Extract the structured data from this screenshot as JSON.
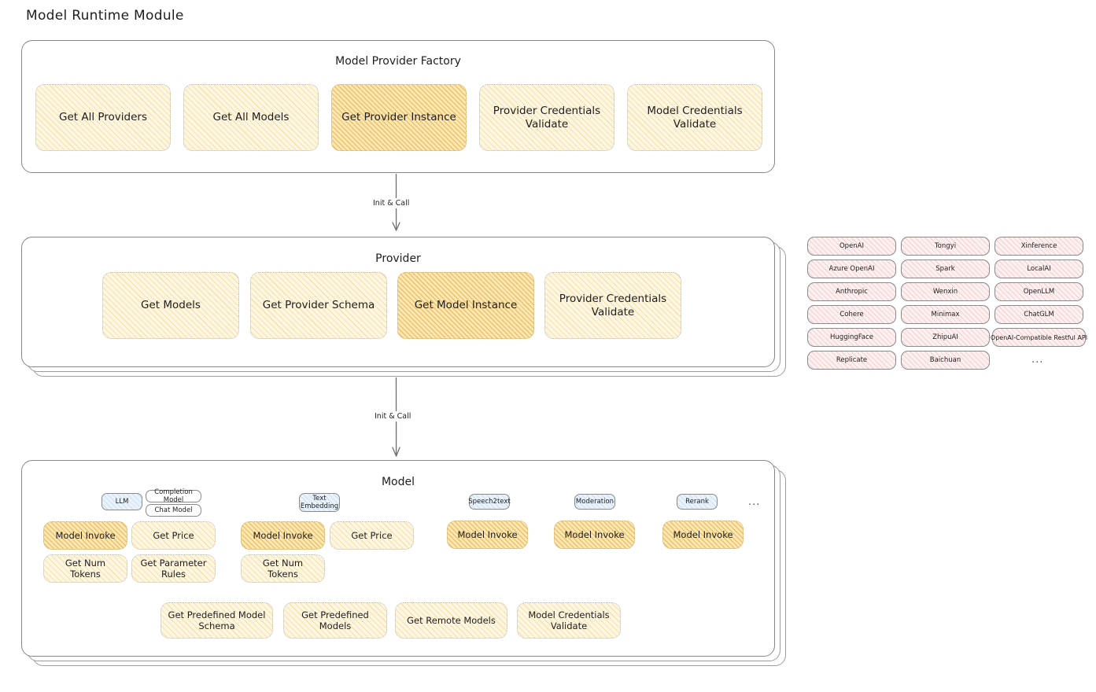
{
  "page": {
    "title": "Model Runtime Module"
  },
  "factory": {
    "title": "Model Provider Factory",
    "boxes": [
      {
        "label": "Get All Providers",
        "highlighted": false
      },
      {
        "label": "Get All Models",
        "highlighted": false
      },
      {
        "label": "Get Provider Instance",
        "highlighted": true
      },
      {
        "label": "Provider Credentials Validate",
        "highlighted": false
      },
      {
        "label": "Model Credentials Validate",
        "highlighted": false
      }
    ]
  },
  "arrows": [
    {
      "label": "Init & Call"
    },
    {
      "label": "Init & Call"
    }
  ],
  "provider": {
    "title": "Provider",
    "boxes": [
      {
        "label": "Get Models",
        "highlighted": false
      },
      {
        "label": "Get Provider Schema",
        "highlighted": false
      },
      {
        "label": "Get Model Instance",
        "highlighted": true
      },
      {
        "label": "Provider Credentials Validate",
        "highlighted": false
      }
    ]
  },
  "provider_list": {
    "ellipsis": "...",
    "columns": [
      {
        "items": [
          "OpenAI",
          "Azure OpenAI",
          "Anthropic",
          "Cohere",
          "HuggingFace",
          "Replicate"
        ]
      },
      {
        "items": [
          "Tongyi",
          "Spark",
          "Wenxin",
          "Minimax",
          "ZhipuAI",
          "Baichuan"
        ]
      },
      {
        "items": [
          "Xinference",
          "LocalAI",
          "OpenLLM",
          "ChatGLM",
          "OpenAI-Compatible Restful API"
        ]
      }
    ]
  },
  "model": {
    "title": "Model",
    "ellipsis": "...",
    "groups": [
      {
        "tag": "LLM",
        "subtags": [
          "Completion Model",
          "Chat Model"
        ],
        "boxes": [
          {
            "label": "Model Invoke",
            "highlighted": true
          },
          {
            "label": "Get Price",
            "highlighted": false
          },
          {
            "label": "Get Num Tokens",
            "highlighted": false
          },
          {
            "label": "Get Parameter Rules",
            "highlighted": false
          }
        ]
      },
      {
        "tag": "Text\nEmbedding",
        "subtags": [],
        "boxes": [
          {
            "label": "Model Invoke",
            "highlighted": true
          },
          {
            "label": "Get Price",
            "highlighted": false
          },
          {
            "label": "Get Num Tokens",
            "highlighted": false
          }
        ]
      },
      {
        "tag": "Speech2text",
        "subtags": [],
        "boxes": [
          {
            "label": "Model Invoke",
            "highlighted": true
          }
        ]
      },
      {
        "tag": "Moderation",
        "subtags": [],
        "boxes": [
          {
            "label": "Model Invoke",
            "highlighted": true
          }
        ]
      },
      {
        "tag": "Rerank",
        "subtags": [],
        "boxes": [
          {
            "label": "Model Invoke",
            "highlighted": true
          }
        ]
      }
    ],
    "common_boxes": [
      {
        "label": "Get Predefined Model Schema"
      },
      {
        "label": "Get Predefined Models"
      },
      {
        "label": "Get Remote Models"
      },
      {
        "label": "Model Credentials Validate"
      }
    ]
  },
  "colors": {
    "accent_fill": "#fdf6e3",
    "accent_strong": "#fbe7b8",
    "chip_fill": "#fdf0f0",
    "tag_fill": "#eaf3fb",
    "stroke": "#868686",
    "text": "#1e1e1e"
  }
}
